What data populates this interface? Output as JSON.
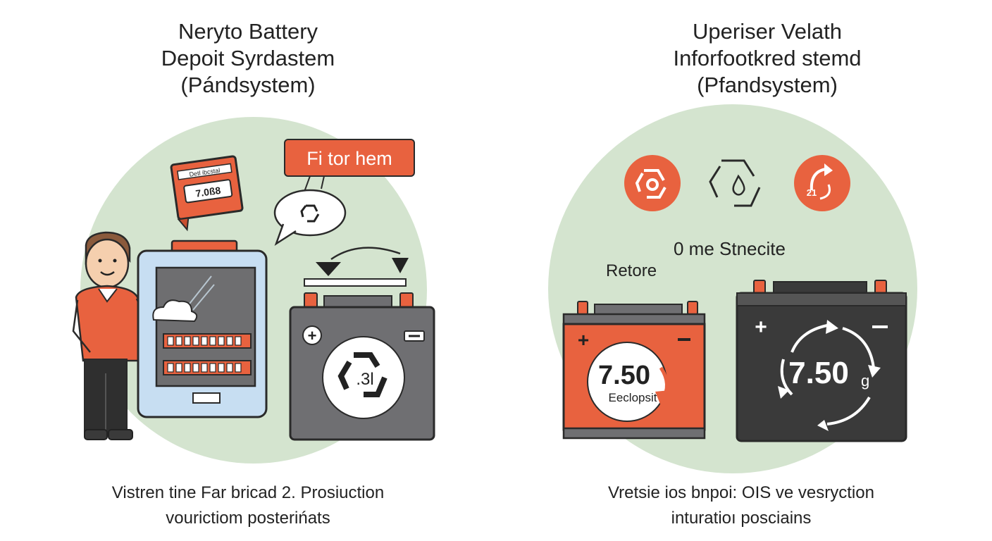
{
  "colors": {
    "circle_bg": "#d4e4cf",
    "accent_orange": "#e8623f",
    "battery_gray": "#6f6f72",
    "battery_dark": "#3a3a3a",
    "outline": "#2a2a2a",
    "machine_blue": "#c7def2"
  },
  "left": {
    "title_lines": [
      "Neryto Battery",
      "Depoit Syrdastem",
      "(Pándsystem)"
    ],
    "sign_label": "Fi tor hem",
    "receipt_small": "Detl ibcstal",
    "receipt_value": "7.0ß8",
    "battery_badge": ".3l",
    "caption_lines": [
      "Vistren tine Far bricad 2. Prosiuction",
      "vourictiom posterińats"
    ],
    "icons": [
      "person-icon",
      "receipt-icon",
      "recycle-icon",
      "cloud-icon",
      "arrow-swap-icon"
    ]
  },
  "right": {
    "title_lines": [
      "Uperiser Velath",
      "Inforfootkred stemd",
      "(Pfandsystem)"
    ],
    "label_top": "0 me Stnecite",
    "label_left": "Retore",
    "orange_battery_value": "7.50",
    "orange_battery_sub": "Eeclopsit",
    "dark_battery_value": "7.50",
    "dark_battery_unit": "g",
    "badge_right": "21",
    "caption_lines": [
      "Vretsie ios bnpoi: OIS ve vesryction",
      "inturatioı posciains"
    ],
    "icons": [
      "recycle-badge-icon",
      "recycle-drop-icon",
      "rotate-arrow-icon"
    ]
  }
}
